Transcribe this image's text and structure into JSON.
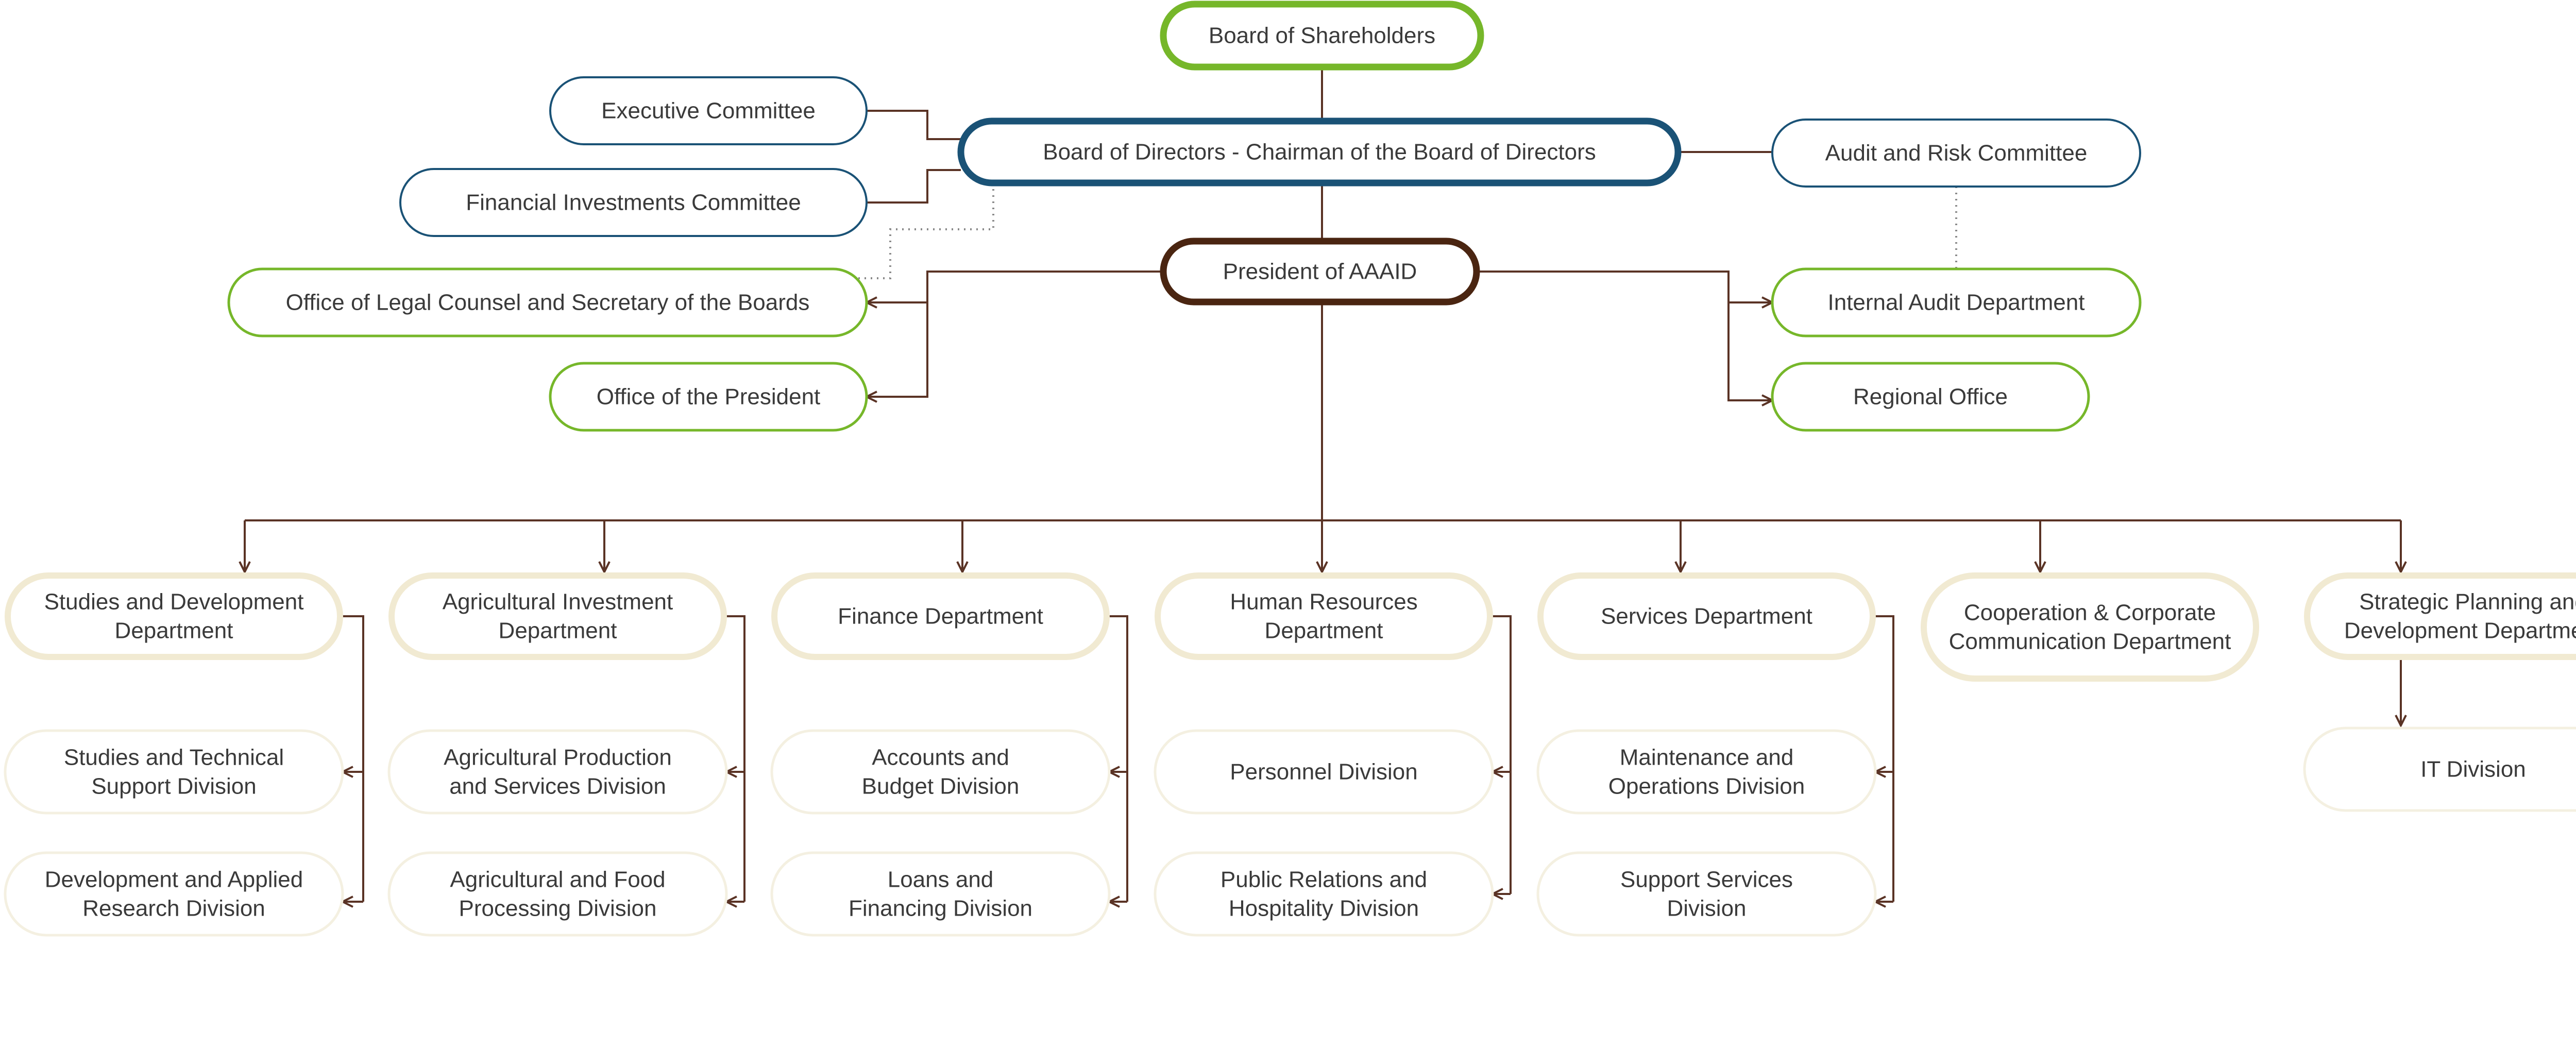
{
  "colors": {
    "green": "#76b72a",
    "navy": "#1a5276",
    "brown": "#4a2511",
    "cream": "#f1ead2",
    "cream_light": "#f4f0e1",
    "connector": "#5a3325",
    "text": "#3a3a3a"
  },
  "nodes": {
    "board_shareholders": [
      "Board of Shareholders"
    ],
    "executive_committee": [
      "Executive Committee"
    ],
    "financial_investments_committee": [
      "Financial Investments Committee"
    ],
    "board_directors": [
      "Board of Directors - Chairman of the Board of Directors"
    ],
    "audit_risk_committee": [
      "Audit and Risk Committee"
    ],
    "president": [
      "President of AAAID"
    ],
    "office_legal_counsel": [
      "Office of Legal Counsel and Secretary of the Boards"
    ],
    "office_president": [
      "Office of the President"
    ],
    "internal_audit": [
      "Internal Audit Department"
    ],
    "regional_office": [
      "Regional Office"
    ],
    "studies_development_dept": [
      "Studies and Development",
      "Department"
    ],
    "agricultural_investment_dept": [
      "Agricultural Investment",
      "Department"
    ],
    "finance_dept": [
      "Finance Department"
    ],
    "human_resources_dept": [
      "Human Resources",
      "Department"
    ],
    "services_dept": [
      "Services Department"
    ],
    "cooperation_dept": [
      "Cooperation & Corporate",
      "Communication Department"
    ],
    "strategic_planning_dept": [
      "Strategic Planning and",
      "Development Department"
    ],
    "studies_technical_div": [
      "Studies and Technical",
      "Support Division"
    ],
    "development_research_div": [
      "Development and Applied",
      "Research Division"
    ],
    "agri_production_div": [
      "Agricultural Production",
      "and Services Division"
    ],
    "agri_food_div": [
      "Agricultural and Food",
      "Processing Division"
    ],
    "accounts_budget_div": [
      "Accounts and",
      "Budget Division"
    ],
    "loans_financing_div": [
      "Loans and",
      "Financing Division"
    ],
    "personnel_div": [
      "Personnel Division"
    ],
    "public_relations_div": [
      "Public Relations and",
      "Hospitality Division"
    ],
    "maintenance_ops_div": [
      "Maintenance and",
      "Operations Division"
    ],
    "support_services_div": [
      "Support Services",
      "Division"
    ],
    "it_div": [
      "IT Division"
    ]
  }
}
